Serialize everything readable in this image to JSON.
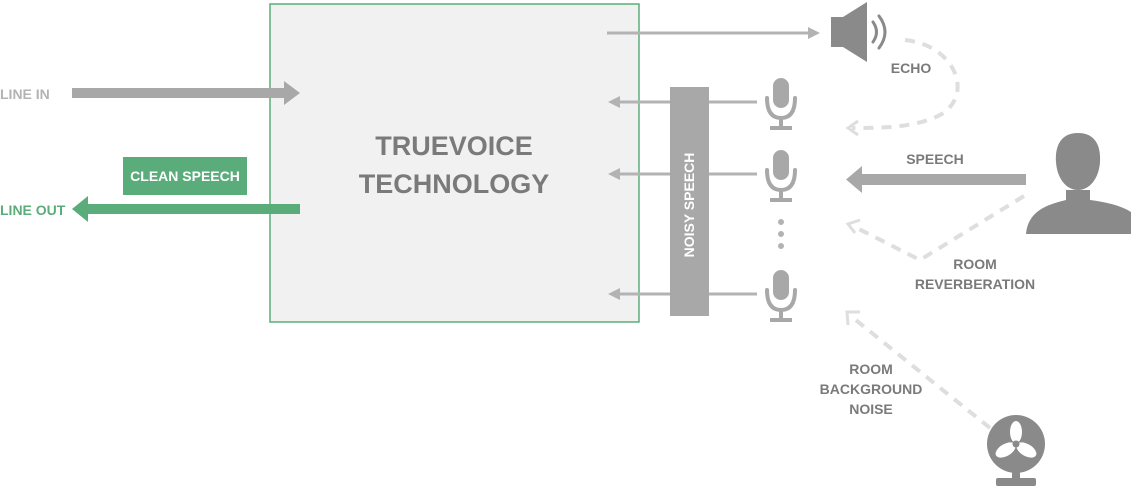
{
  "core": {
    "line1": "TRUEVOICE",
    "line2": "TECHNOLOGY"
  },
  "inputs": {
    "line_in": "LINE IN"
  },
  "outputs": {
    "line_out": "LINE OUT",
    "clean_speech": "CLEAN SPEECH"
  },
  "mic_array": {
    "label": "NOISY SPEECH"
  },
  "sources": {
    "echo": "ECHO",
    "speech": "SPEECH",
    "room_reverberation": [
      "ROOM",
      "REVERBERATION"
    ],
    "room_background_noise": [
      "ROOM",
      "BACKGROUND",
      "NOISE"
    ]
  },
  "colors": {
    "green": "#5aad7a",
    "gray": "#a8a8a8",
    "dark_gray": "#7a7a7a",
    "dashed": "#dedede",
    "box_fill": "#f1f1f1"
  },
  "icons": [
    "speaker-icon",
    "microphone-icon",
    "person-icon",
    "fan-icon"
  ]
}
